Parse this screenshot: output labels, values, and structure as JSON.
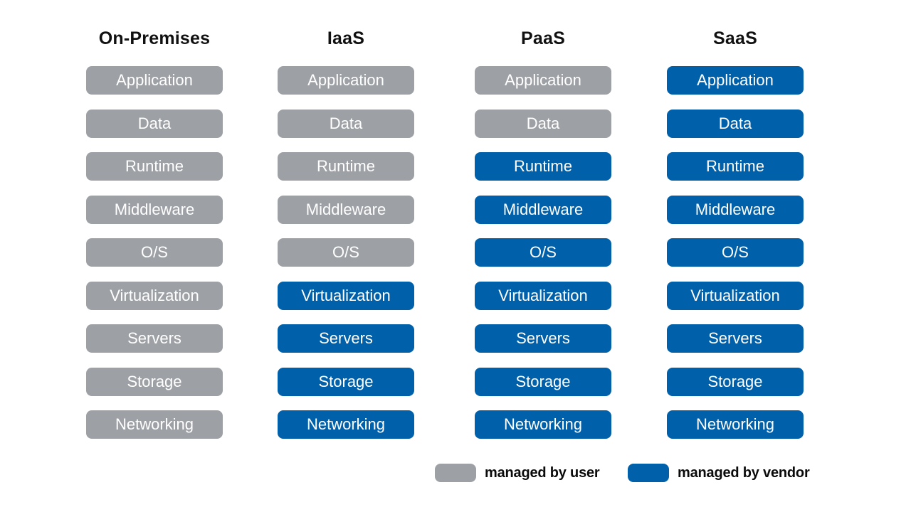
{
  "diagram": {
    "description": "Cloud service model responsibility comparison",
    "layers": [
      "Application",
      "Data",
      "Runtime",
      "Middleware",
      "O/S",
      "Virtualization",
      "Servers",
      "Storage",
      "Networking"
    ]
  },
  "colors": {
    "managed_by_user": "#9da0a5",
    "managed_by_vendor": "#0060a9",
    "box_text": "#ffffff",
    "heading_text": "#111111",
    "background": "#ffffff"
  },
  "columns": [
    {
      "title": "On-Premises",
      "rows": [
        {
          "label": "Application",
          "variant": "user"
        },
        {
          "label": "Data",
          "variant": "user"
        },
        {
          "label": "Runtime",
          "variant": "user"
        },
        {
          "label": "Middleware",
          "variant": "user"
        },
        {
          "label": "O/S",
          "variant": "user"
        },
        {
          "label": "Virtualization",
          "variant": "user"
        },
        {
          "label": "Servers",
          "variant": "user"
        },
        {
          "label": "Storage",
          "variant": "user"
        },
        {
          "label": "Networking",
          "variant": "user"
        }
      ]
    },
    {
      "title": "IaaS",
      "rows": [
        {
          "label": "Application",
          "variant": "user"
        },
        {
          "label": "Data",
          "variant": "user"
        },
        {
          "label": "Runtime",
          "variant": "user"
        },
        {
          "label": "Middleware",
          "variant": "user"
        },
        {
          "label": "O/S",
          "variant": "user"
        },
        {
          "label": "Virtualization",
          "variant": "vendor"
        },
        {
          "label": "Servers",
          "variant": "vendor"
        },
        {
          "label": "Storage",
          "variant": "vendor"
        },
        {
          "label": "Networking",
          "variant": "vendor"
        }
      ]
    },
    {
      "title": "PaaS",
      "rows": [
        {
          "label": "Application",
          "variant": "user"
        },
        {
          "label": "Data",
          "variant": "user"
        },
        {
          "label": "Runtime",
          "variant": "vendor"
        },
        {
          "label": "Middleware",
          "variant": "vendor"
        },
        {
          "label": "O/S",
          "variant": "vendor"
        },
        {
          "label": "Virtualization",
          "variant": "vendor"
        },
        {
          "label": "Servers",
          "variant": "vendor"
        },
        {
          "label": "Storage",
          "variant": "vendor"
        },
        {
          "label": "Networking",
          "variant": "vendor"
        }
      ]
    },
    {
      "title": "SaaS",
      "rows": [
        {
          "label": "Application",
          "variant": "vendor"
        },
        {
          "label": "Data",
          "variant": "vendor"
        },
        {
          "label": "Runtime",
          "variant": "vendor"
        },
        {
          "label": "Middleware",
          "variant": "vendor"
        },
        {
          "label": "O/S",
          "variant": "vendor"
        },
        {
          "label": "Virtualization",
          "variant": "vendor"
        },
        {
          "label": "Servers",
          "variant": "vendor"
        },
        {
          "label": "Storage",
          "variant": "vendor"
        },
        {
          "label": "Networking",
          "variant": "vendor"
        }
      ]
    }
  ],
  "legend": [
    {
      "label": "managed by user",
      "variant": "user"
    },
    {
      "label": "managed by vendor",
      "variant": "vendor"
    }
  ]
}
